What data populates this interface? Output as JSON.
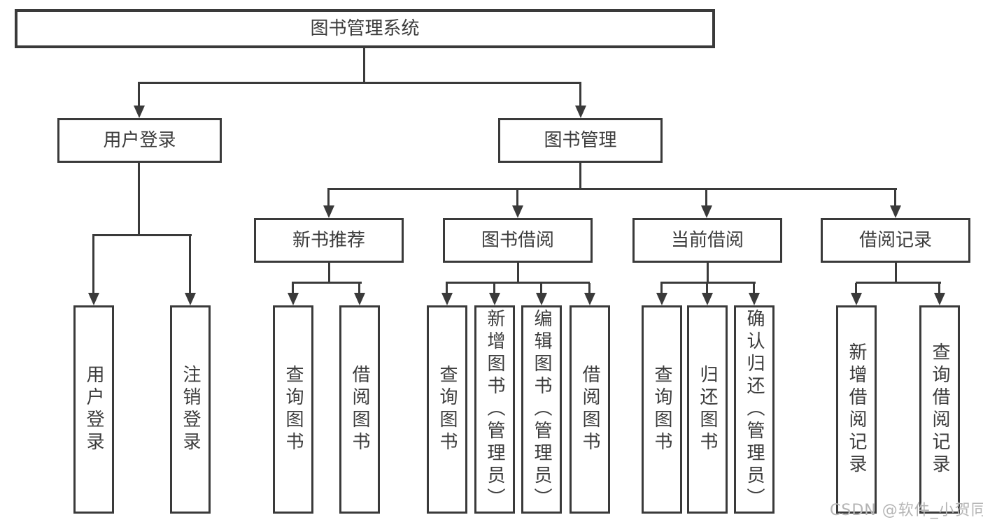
{
  "diagram": {
    "title": "图书管理系统",
    "type": "hierarchy-tree",
    "colors": {
      "line": "#3a3a3a",
      "text": "#3c3c3c",
      "background": "#ffffff",
      "watermark_text_color": "#b5b5b5"
    },
    "tree": {
      "label": "图书管理系统",
      "children": [
        {
          "label": "用户登录",
          "children": [
            {
              "label": "用户登录"
            },
            {
              "label": "注销登录"
            }
          ]
        },
        {
          "label": "图书管理",
          "children": [
            {
              "label": "新书推荐",
              "children": [
                {
                  "label": "查询图书"
                },
                {
                  "label": "借阅图书"
                }
              ]
            },
            {
              "label": "图书借阅",
              "children": [
                {
                  "label": "查询图书"
                },
                {
                  "label": "新增图书（管理员）"
                },
                {
                  "label": "编辑图书（管理员）"
                },
                {
                  "label": "借阅图书"
                }
              ]
            },
            {
              "label": "当前借阅",
              "children": [
                {
                  "label": "查询图书"
                },
                {
                  "label": "归还图书"
                },
                {
                  "label": "确认归还（管理员）"
                }
              ]
            },
            {
              "label": "借阅记录",
              "children": [
                {
                  "label": "新增借阅记录"
                },
                {
                  "label": "查询借阅记录"
                }
              ]
            }
          ]
        }
      ]
    }
  },
  "watermark": {
    "text": "CSDN @软件_小贺同学"
  }
}
